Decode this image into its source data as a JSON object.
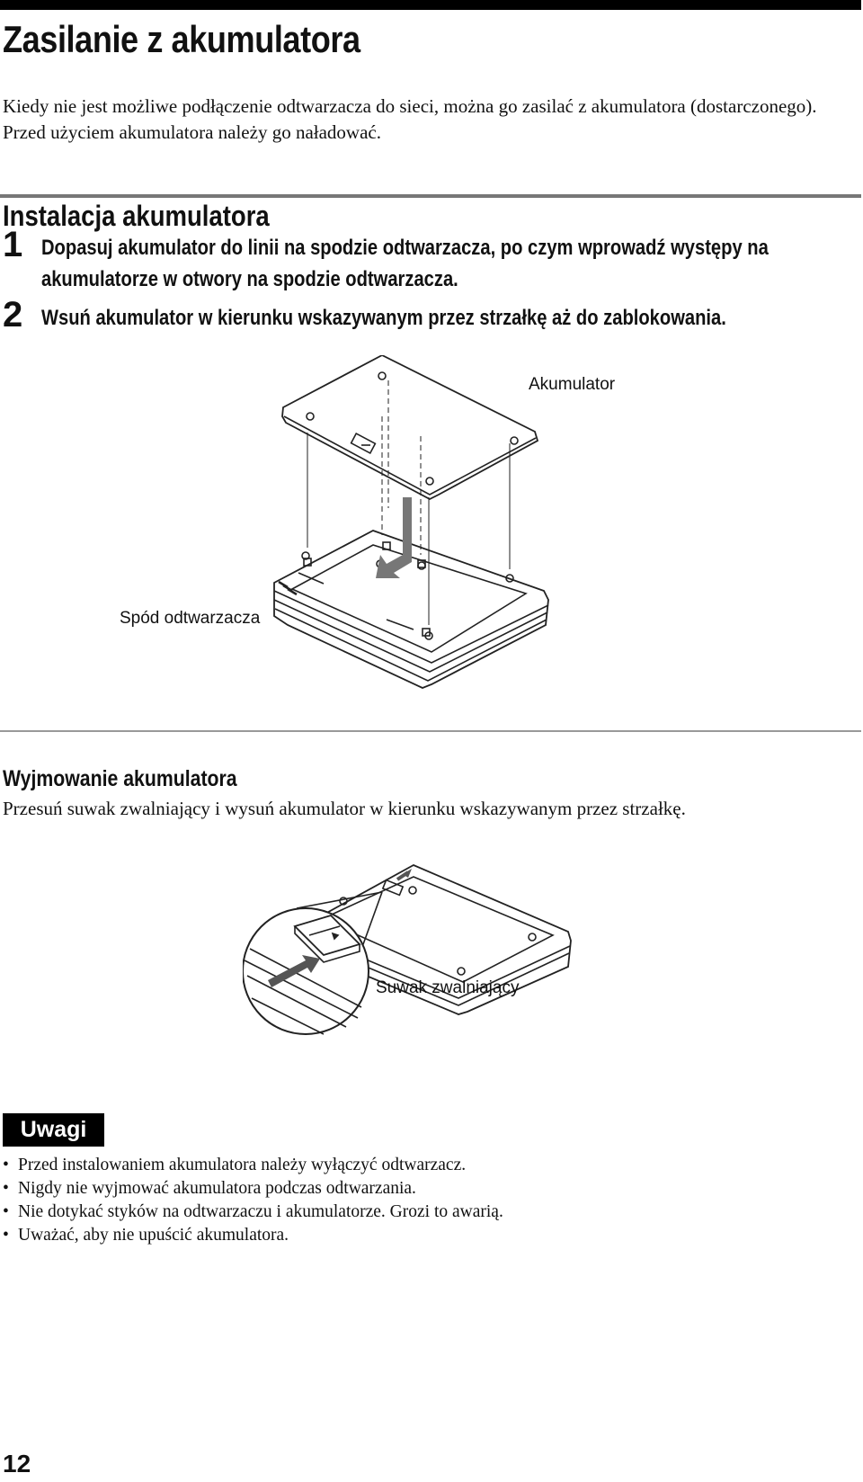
{
  "header": {
    "title": "Zasilanie z akumulatora"
  },
  "intro": {
    "paragraph1": "Kiedy nie jest możliwe podłączenie odtwarzacza do sieci, można go zasilać z akumulatora (dostarczonego).",
    "paragraph2": "Przed użyciem akumulatora należy go naładować."
  },
  "install": {
    "title": "Instalacja akumulatora",
    "steps": [
      {
        "num": "1",
        "text": "Dopasuj akumulator do linii na spodzie odtwarzacza, po czym wprowadź występy na akumulatorze w otwory na spodzie odtwarzacza."
      },
      {
        "num": "2",
        "text": "Wsuń akumulator w kierunku wskazywanym przez strzałkę aż do zablokowania."
      }
    ],
    "figure": {
      "label_battery": "Akumulator",
      "label_player_bottom": "Spód odtwarzacza"
    }
  },
  "removal": {
    "title": "Wyjmowanie akumulatora",
    "text": "Przesuń suwak zwalniający i wysuń akumulator w kierunku wskazywanym przez strzałkę.",
    "figure": {
      "label_release": "Suwak zwalniający"
    }
  },
  "notes": {
    "title": "Uwagi",
    "bullet": "•",
    "items": [
      "Przed instalowaniem akumulatora należy wyłączyć odtwarzacz.",
      "Nigdy nie wyjmować akumulatora podczas odtwarzania.",
      "Nie dotykać styków na odtwarzaczu i akumulatorze. Grozi to awarią.",
      "Uważać, aby nie upuścić akumulatora."
    ]
  },
  "footer": {
    "page_number": "12"
  }
}
